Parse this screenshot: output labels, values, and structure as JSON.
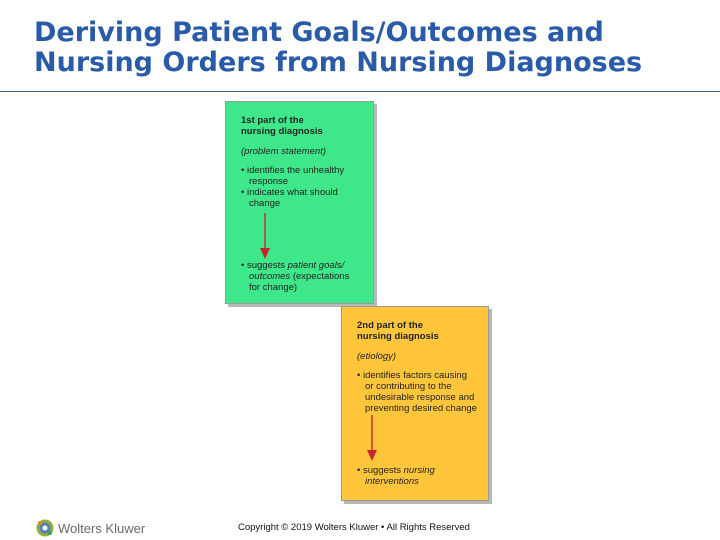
{
  "title": {
    "line1": "Deriving Patient Goals/Outcomes and",
    "line2": "Nursing Orders from Nursing Diagnoses"
  },
  "colors": {
    "title": "#2a5ba8",
    "green_box": "#3ee88a",
    "yellow_box": "#ffc63c",
    "arrow": "#c8242a"
  },
  "first_part": {
    "header_line1": "1st part of the",
    "header_line2": "nursing diagnosis",
    "subtitle": "(problem statement)",
    "bullet1_line1": "identifies the unhealthy",
    "bullet1_line2": "response",
    "bullet2_line1": "indicates what should",
    "bullet2_line2": "change",
    "result_prefix": "suggests ",
    "result_italic1": "patient goals/",
    "result_italic2": "outcomes",
    "result_rest1": " (expectations",
    "result_rest2": "for change)"
  },
  "second_part": {
    "header_line1": "2nd part of the",
    "header_line2": "nursing diagnosis",
    "subtitle": "(etiology)",
    "bullet1_line1": "identifies factors causing",
    "bullet1_line2": "or contributing to the",
    "bullet1_line3": "undesirable response and",
    "bullet1_line4": "preventing desired change",
    "result_prefix": "suggests ",
    "result_italic1": "nursing",
    "result_italic2": "interventions"
  },
  "footer": {
    "logo_icon": "wolters-kluwer-logo-icon",
    "logo_text": "Wolters Kluwer",
    "copyright": "Copyright © 2019 Wolters Kluwer • All Rights Reserved"
  }
}
